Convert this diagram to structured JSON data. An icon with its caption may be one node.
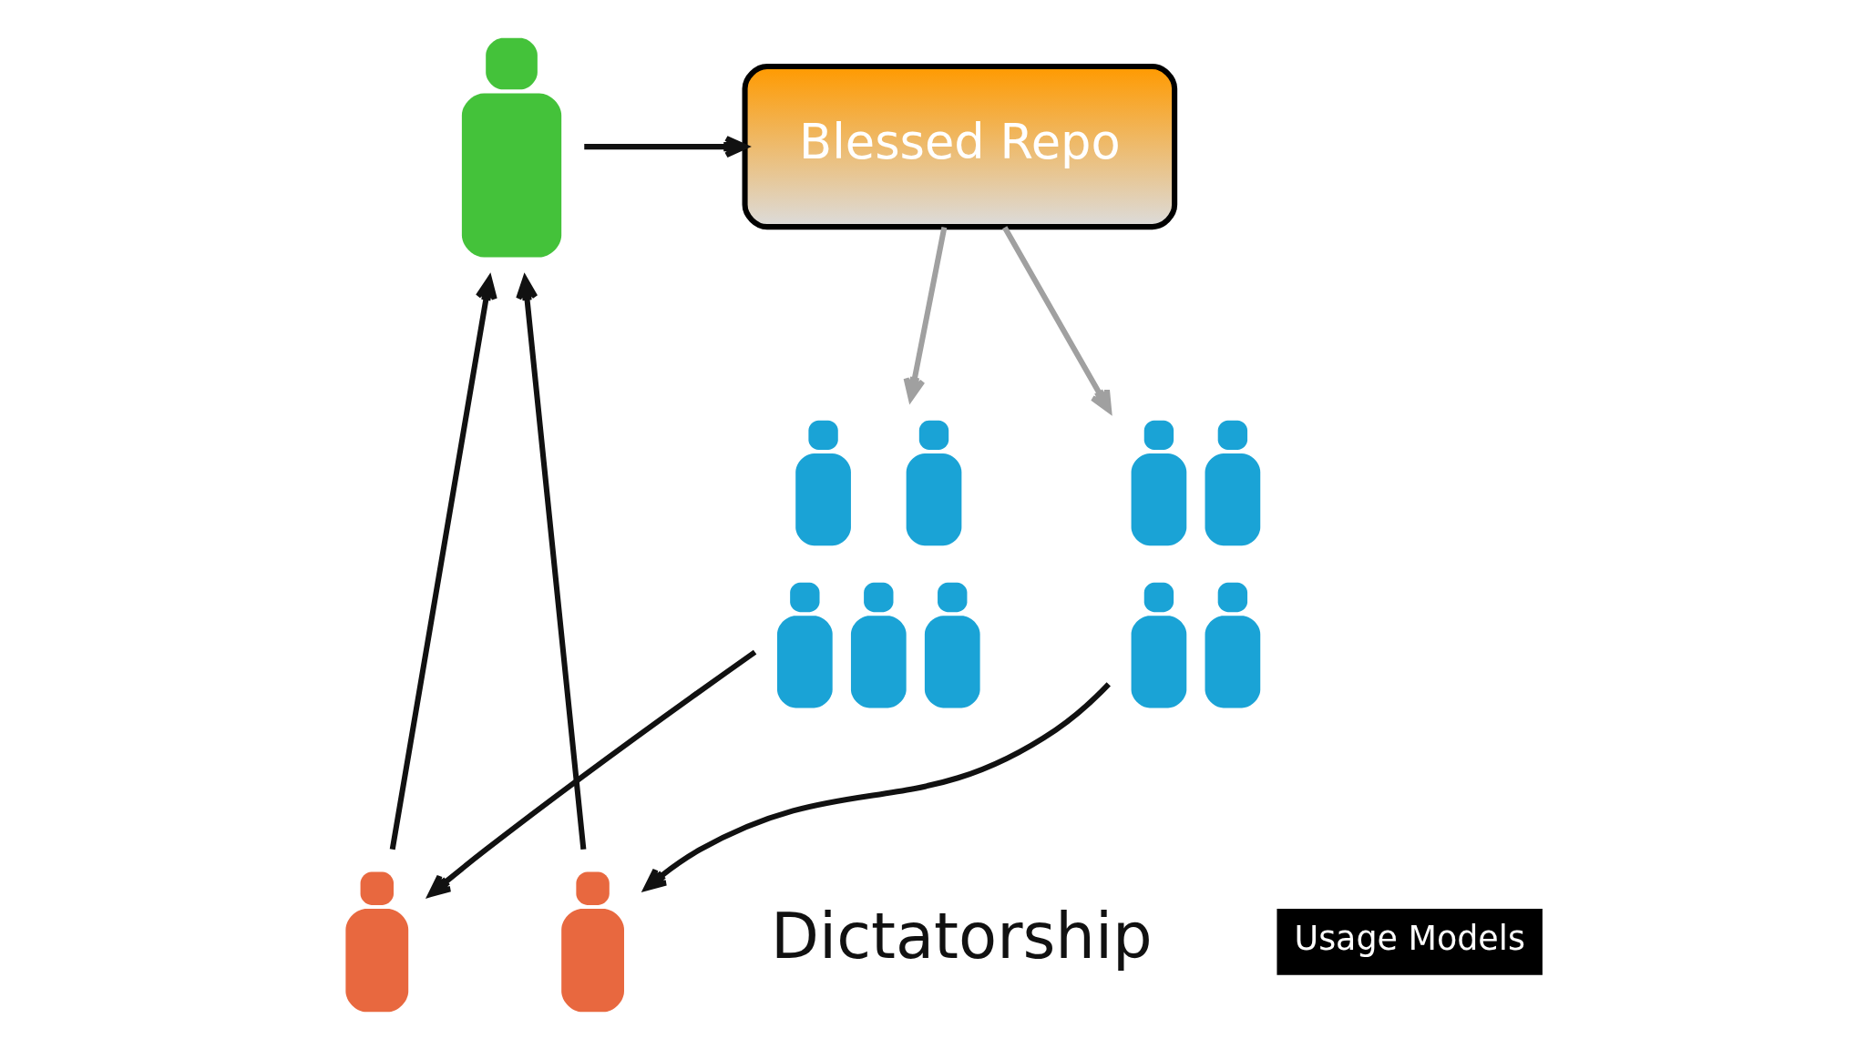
{
  "diagram": {
    "nodes": [
      {
        "text": [
          "Blessed Repo"
        ]
      },
      {
        "text": [],
        "shape": "person"
      },
      {
        "text": [],
        "shape": "person"
      },
      {
        "text": [],
        "shape": "person"
      },
      {
        "text": [],
        "shape": "person"
      },
      {
        "text": [],
        "shape": "person"
      }
    ],
    "edges": [
      {
        "from": 1,
        "to": 0,
        "arrow": "to"
      },
      {
        "from": 2,
        "to": 1,
        "arrow": "to"
      },
      {
        "from": 3,
        "to": 1,
        "arrow": "to"
      },
      {
        "from": 4,
        "to": 2,
        "arrow": "to"
      },
      {
        "from": 5,
        "to": 3,
        "arrow": "to"
      },
      {
        "from": 0,
        "to": 4,
        "arrow": "to",
        "color": "#a0a0a0"
      },
      {
        "from": 0,
        "to": 5,
        "arrow": "to",
        "color": "#a0a0a0"
      }
    ],
    "labels": [
      "Dictatorship",
      "Usage Models"
    ]
  }
}
